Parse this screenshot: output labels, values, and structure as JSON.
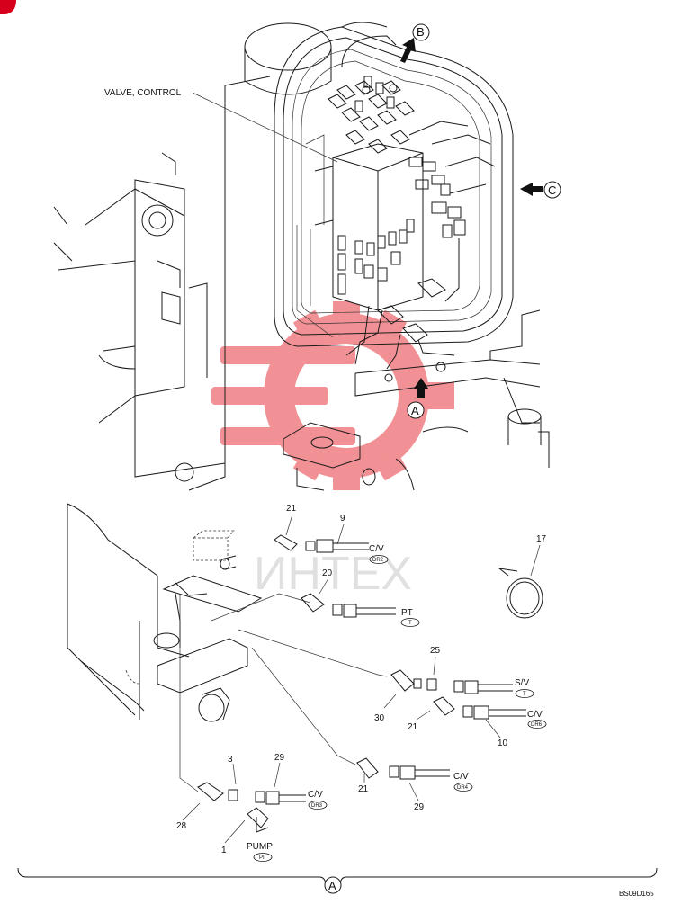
{
  "diagram": {
    "title_label": "VALVE, CONTROL",
    "view_markers": {
      "b": "B",
      "c": "C",
      "a": "A",
      "bottom": "A"
    },
    "doc_code": "BS09D165",
    "watermark": "ИНТЕХ",
    "colors": {
      "watermark": "#e8393f",
      "line": "#1a1a1a",
      "corner_tab": "#d6001c"
    },
    "parts": [
      {
        "num": "21",
        "dest": "C/V",
        "tag": "DR2",
        "hose_num": "9"
      },
      {
        "num": "20",
        "dest": "PT",
        "tag": "T"
      },
      {
        "num": "17"
      },
      {
        "num": "25",
        "dest": "S/V",
        "tag": "T"
      },
      {
        "num": "30"
      },
      {
        "num": "21",
        "dest": "C/V",
        "tag": "DR6",
        "hose_num": "10"
      },
      {
        "num": "21",
        "dest": "C/V",
        "tag": "DR4",
        "hose_num": "29"
      },
      {
        "num": "3"
      },
      {
        "num": "29",
        "dest": "C/V",
        "tag": "DR3"
      },
      {
        "num": "28"
      },
      {
        "num": "1",
        "dest": "PUMP",
        "tag": "PI"
      }
    ]
  }
}
